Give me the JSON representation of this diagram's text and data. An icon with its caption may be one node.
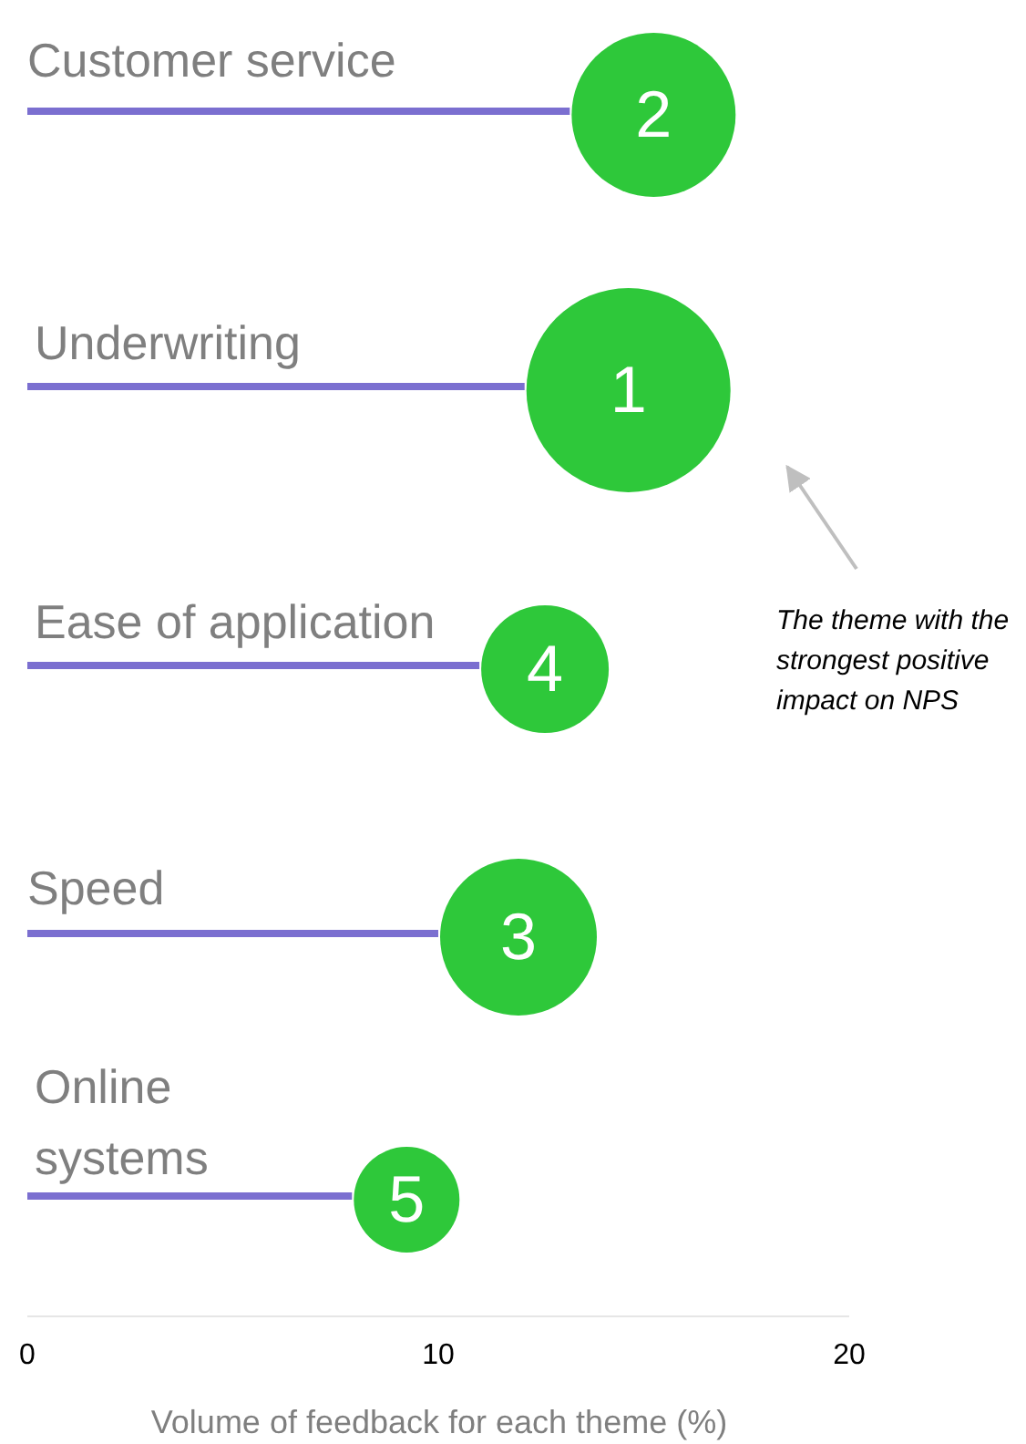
{
  "diagram": {
    "chart_data": {
      "type": "bar",
      "orientation": "horizontal",
      "xlabel": "Volume of feedback for each theme (%)",
      "categories": [
        "Customer service",
        "Underwriting",
        "Ease of application",
        "Speed",
        "Online systems"
      ],
      "series": [
        {
          "color": "#7b6fd0",
          "values": [
            13.2,
            12.1,
            11.0,
            10.0,
            7.9
          ]
        }
      ],
      "xlim": [
        0,
        20
      ],
      "xticks": [
        0,
        10,
        20
      ],
      "value_labels": [
        "2",
        "1",
        "4",
        "3",
        "5"
      ],
      "annotations": [
        {
          "text": "The theme with the strongest positive impact on NPS"
        }
      ]
    }
  }
}
